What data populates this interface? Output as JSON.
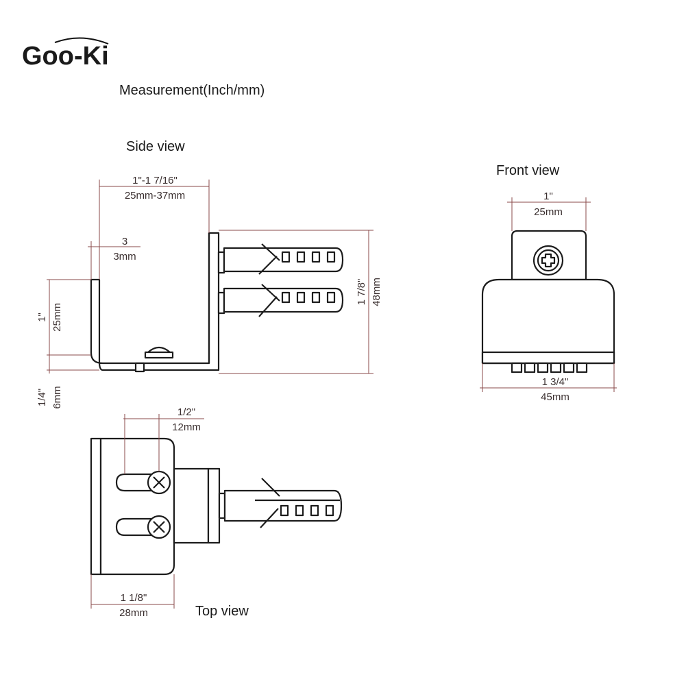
{
  "logo": {
    "text": "Goo-Ki"
  },
  "heading": "Measurement(Inch/mm)",
  "views": {
    "side": {
      "title": "Side view",
      "dim_width_in": "1\"-1 7/16\"",
      "dim_width_mm": "25mm-37mm",
      "dim_thickness_in": "3",
      "dim_thickness_mm": "3mm",
      "dim_lip_in": "1\"",
      "dim_lip_mm": "25mm",
      "dim_base_in": "1/4\"",
      "dim_base_mm": "6mm",
      "dim_height_in": "1 7/8\"",
      "dim_height_mm": "48mm"
    },
    "front": {
      "title": "Front view",
      "dim_top_in": "1\"",
      "dim_top_mm": "25mm",
      "dim_width_in": "1 3/4\"",
      "dim_width_mm": "45mm"
    },
    "top": {
      "title": "Top view",
      "dim_slot_in": "1/2\"",
      "dim_slot_mm": "12mm",
      "dim_width_in": "1 1/8\"",
      "dim_width_mm": "28mm"
    }
  }
}
